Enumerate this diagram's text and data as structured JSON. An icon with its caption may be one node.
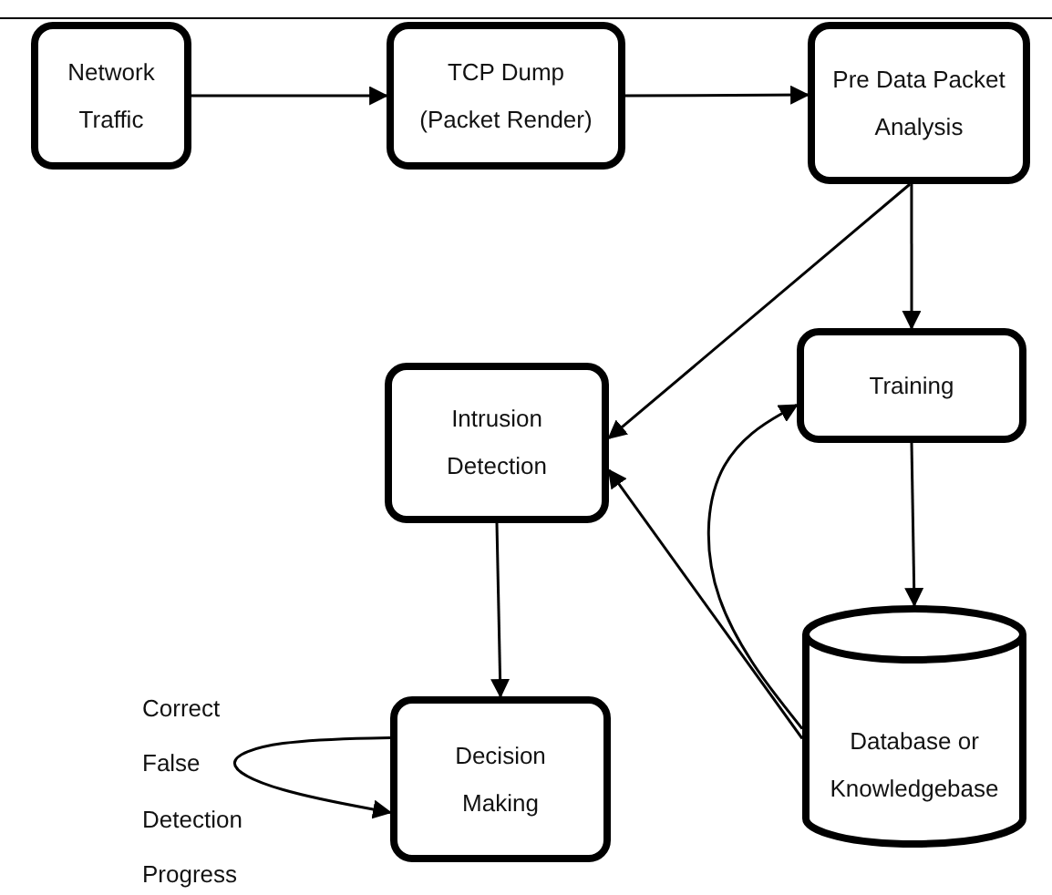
{
  "diagram": {
    "nodes": [
      {
        "text": [
          "Network Traffic"
        ]
      },
      {
        "text": [
          "TCP Dump (Packet Render)"
        ]
      },
      {
        "text": [
          "Pre Data Packet Analysis"
        ]
      },
      {
        "text": [
          "Intrusion Detection"
        ]
      },
      {
        "text": [
          "Training"
        ]
      },
      {
        "text": [
          "Decision Making"
        ]
      },
      {
        "text": [
          "Database or Knowledgebase"
        ]
      }
    ],
    "edges": [
      {
        "from": 0,
        "to": 1,
        "arrow": "to"
      },
      {
        "from": 1,
        "to": 2,
        "arrow": "to"
      },
      {
        "from": 2,
        "to": 3,
        "arrow": "to"
      },
      {
        "from": 2,
        "to": 4,
        "arrow": "to"
      },
      {
        "from": 4,
        "to": 6,
        "arrow": "to"
      },
      {
        "from": 6,
        "to": 3,
        "arrow": "to"
      },
      {
        "from": 6,
        "to": 4,
        "arrow": "to"
      },
      {
        "from": 3,
        "to": 5,
        "arrow": "to"
      },
      {
        "from": 5,
        "to": 5,
        "arrow": "to"
      }
    ],
    "labels": [
      "Correct",
      "False",
      "Detection",
      "Progress"
    ]
  }
}
